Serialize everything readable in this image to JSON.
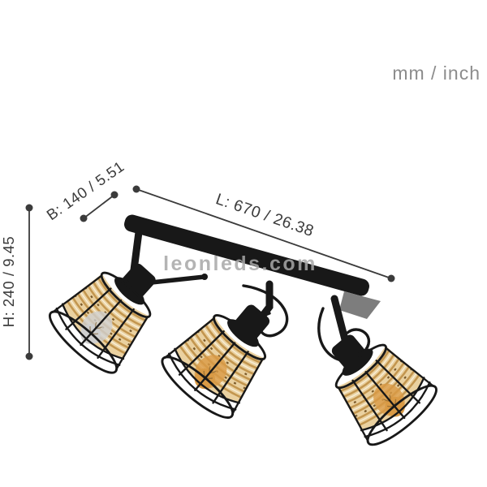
{
  "units_label": "mm / inch",
  "watermark": "leonleds.com",
  "dimensions": {
    "length": {
      "label": "L: 670 / 26.38",
      "mm": 670,
      "inch": 26.38
    },
    "width": {
      "label": "B: 140 / 5.51",
      "mm": 140,
      "inch": 5.51
    },
    "height": {
      "label": "H: 240 / 9.45",
      "mm": 240,
      "inch": 9.45
    }
  },
  "colors": {
    "dimension": "#3b3b3b",
    "units": "#8c8c8c",
    "watermark": "#a8a8a8",
    "fixture_black": "#181818",
    "fixture_gray": "#7d7d7d",
    "rattan_base": "#ead1a0",
    "rattan_dark": "#c3964f",
    "rattan_light": "#f7edd6",
    "rattan_weave": "#7a5a2a",
    "bulb_amber": "#d99a45",
    "bulb_off": "#cfcfcf",
    "bg": "#ffffff"
  }
}
